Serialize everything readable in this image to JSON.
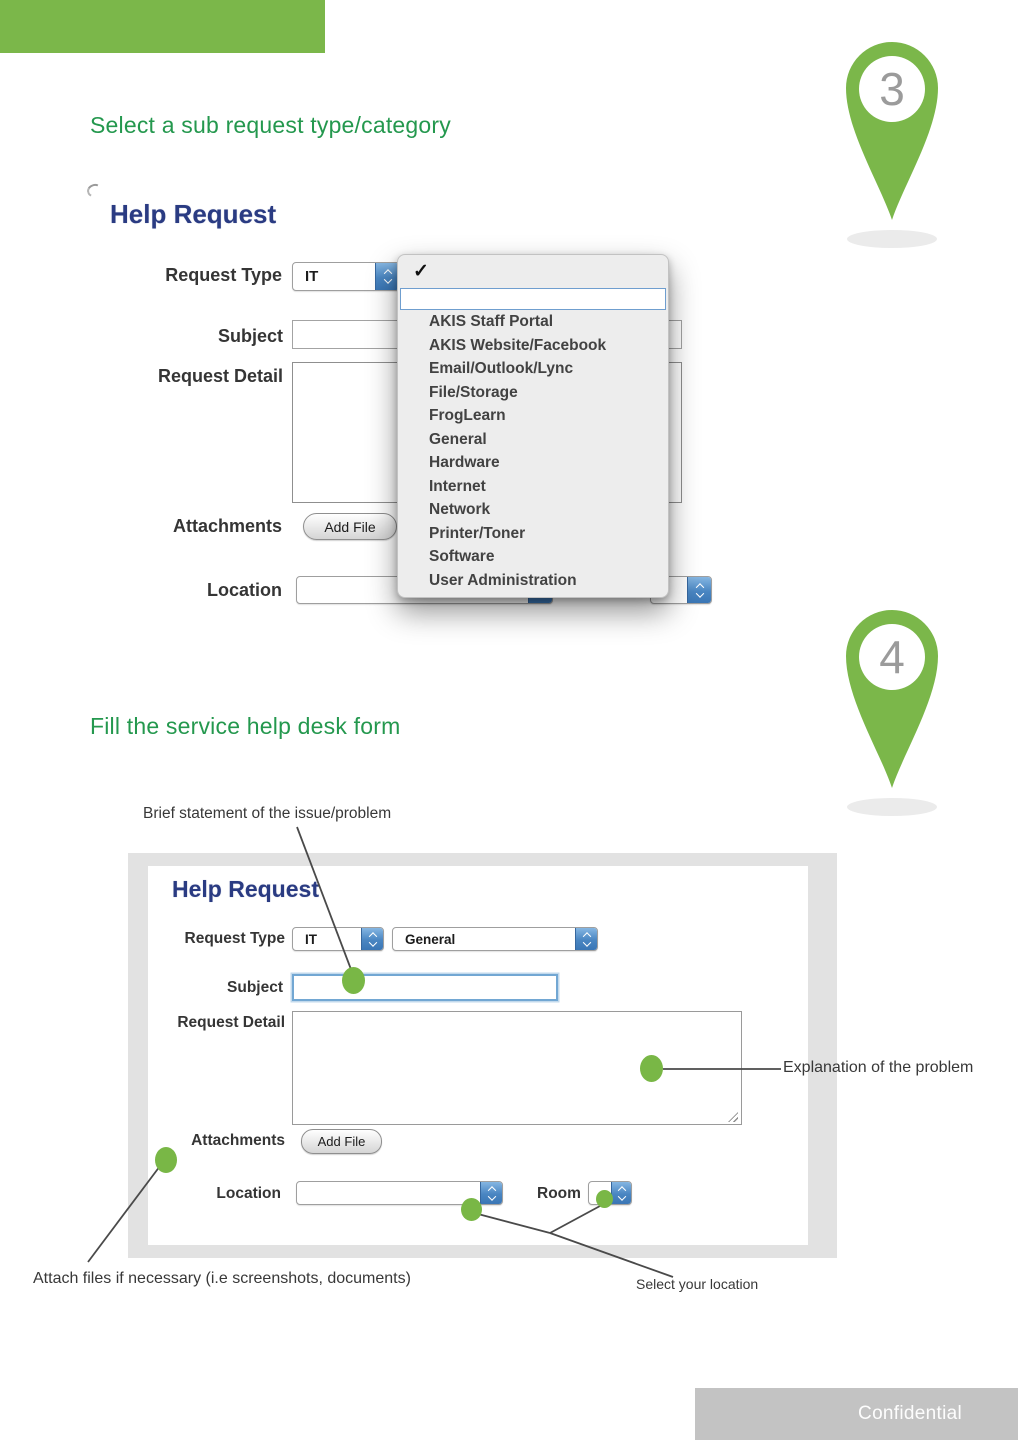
{
  "page": {
    "step3": {
      "number": "3",
      "title": "Select a sub request type/category"
    },
    "step4": {
      "number": "4",
      "title": "Fill the service help desk form"
    },
    "footer": {
      "label": "Confidential"
    }
  },
  "form1": {
    "title": "Help Request",
    "request_type_label": "Request Type",
    "request_type_value": "IT",
    "subject_label": "Subject",
    "request_detail_label": "Request Detail",
    "attachments_label": "Attachments",
    "add_file_label": "Add File",
    "location_label": "Location",
    "dropdown": {
      "checkmark": "✓",
      "items": [
        "AKIS Staff Portal",
        "AKIS Website/Facebook",
        "Email/Outlook/Lync",
        "File/Storage",
        "FrogLearn",
        "General",
        "Hardware",
        "Internet",
        "Network",
        "Printer/Toner",
        "Software",
        "User Administration"
      ]
    }
  },
  "form2": {
    "title": "Help Request",
    "request_type_label": "Request Type",
    "request_type_value": "IT",
    "request_subtype_value": "General",
    "subject_label": "Subject",
    "request_detail_label": "Request Detail",
    "attachments_label": "Attachments",
    "add_file_label": "Add File",
    "location_label": "Location",
    "room_label": "Room"
  },
  "annotations": {
    "subject": "Brief statement of the issue/problem",
    "detail": "Explanation of the problem",
    "attachments": "Attach files if necessary (i.e screenshots, documents)",
    "location": "Select your location"
  },
  "colors": {
    "accent_green": "#7bb74a",
    "heading_green": "#24984e",
    "title_navy": "#2a3b82",
    "stepper_blue": "#4381bd",
    "footer_gray": "#c3c3c3"
  }
}
